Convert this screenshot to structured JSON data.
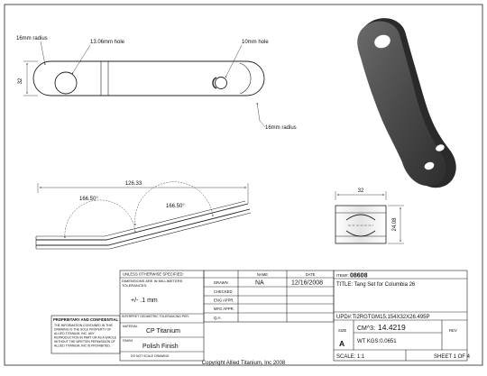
{
  "drawing": {
    "callouts": {
      "radius_left": "16mm radius",
      "hole_large": "13.06mm hole",
      "hole_small": "10mm hole",
      "radius_right": "16mm radius",
      "height_dim": "32",
      "length_dim": "126.33",
      "angle_1": "166.50°",
      "angle_2": "166.50°",
      "end_width": "32",
      "end_height": "24.08"
    }
  },
  "title_block": {
    "unless_specified": "UNLESS OTHERWISE SPECIFIED:",
    "dimensions_note": "DIMENSIONS ARE IN MILLIMETERS TOLERANCES:",
    "tolerance": "+/- .1 mm",
    "interpret": "INTERPRET GEOMETRIC TOLERANCING PER:",
    "material_label": "MATERIAL",
    "material": "CP Titanium",
    "finish_label": "FINISH",
    "finish": "Polish Finish",
    "do_not_scale": "DO NOT SCALE DRAWING",
    "proprietary_title": "PROPRIETARY AND CONFIDENTIAL",
    "proprietary_text": [
      "THE INFORMATION CONTAINED IN THIS",
      "DRAWING IS THE SOLE PROPERTY OF",
      "ALLIED TITANIUM, INC. ANY",
      "REPRODUCTION IN PART OR AS A WHOLE",
      "WITHOUT THE WRITTEN PERMISSION OF",
      "ALLIED TITANIUM, INC IS PROHIBITED."
    ],
    "col_name": "NAME",
    "col_date": "DATE",
    "rows": [
      {
        "label": "DRAWN",
        "name": "NA",
        "date": "12/16/2008"
      },
      {
        "label": "CHECKED",
        "name": "",
        "date": ""
      },
      {
        "label": "ENG APPR.",
        "name": "",
        "date": ""
      },
      {
        "label": "MFG APPR.",
        "name": "",
        "date": ""
      },
      {
        "label": "Q.A.",
        "name": "",
        "date": ""
      }
    ],
    "item_label": "ITEM#:",
    "item_number": "08608",
    "title": "TITLE: Tang Set for Columbia 26",
    "upd": "UPD#:Ti2RGTGM15.154X32X26.495P",
    "size_label": "SIZE",
    "size": "A",
    "cm3_label": "CM^3:",
    "cm3": "14.4219",
    "weight": "WT KGS:0.0651",
    "rev_label": "REV",
    "scale": "SCALE: 1:1",
    "sheet": "SHEET 1 OF 4"
  },
  "copyright": "Copyright Allied Titanium, Inc 2008"
}
